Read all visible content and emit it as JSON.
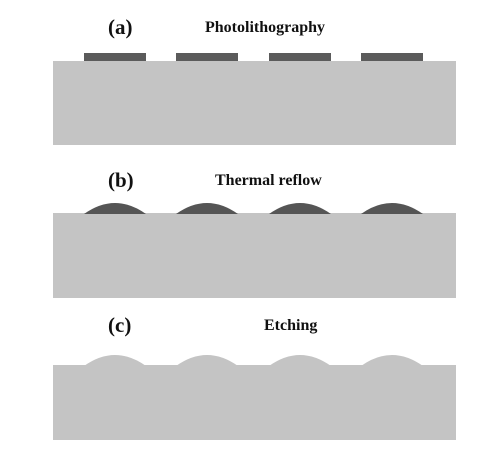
{
  "steps": [
    {
      "label": "(a)",
      "title": "Photolithography",
      "feature_shape": "rectangle",
      "feature_color": "#5b5b5b",
      "feature_count": 4
    },
    {
      "label": "(b)",
      "title": "Thermal reflow",
      "feature_shape": "dome",
      "feature_color": "#555555",
      "feature_count": 4
    },
    {
      "label": "(c)",
      "title": "Etching",
      "feature_shape": "dome",
      "feature_color": "#c4c4c4",
      "feature_count": 4
    }
  ],
  "colors": {
    "substrate": "#c4c4c4",
    "resist": "#5b5b5b",
    "background": "#ffffff"
  }
}
